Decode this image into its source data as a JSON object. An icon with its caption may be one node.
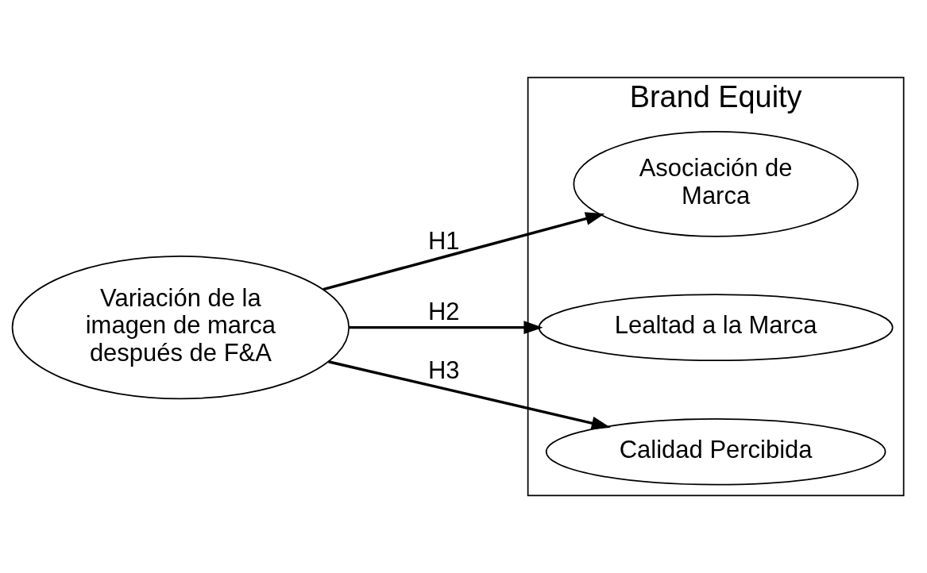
{
  "diagram": {
    "nodes": [
      {
        "text": [
          "Variación de la imagen de marca después de F&A"
        ]
      },
      {
        "text": [
          "Brand Equity"
        ]
      },
      {
        "text": [
          "Asociación de Marca"
        ],
        "in": 1
      },
      {
        "text": [
          "Lealtad a la Marca"
        ],
        "in": 1
      },
      {
        "text": [
          "Calidad Percibida"
        ],
        "in": 1
      }
    ],
    "edges": [
      {
        "from": 0,
        "to": 2,
        "arrow": "to",
        "label": "H1"
      },
      {
        "from": 0,
        "to": 3,
        "arrow": "to",
        "label": "H2"
      },
      {
        "from": 0,
        "to": 4,
        "arrow": "to",
        "label": "H3"
      }
    ]
  }
}
